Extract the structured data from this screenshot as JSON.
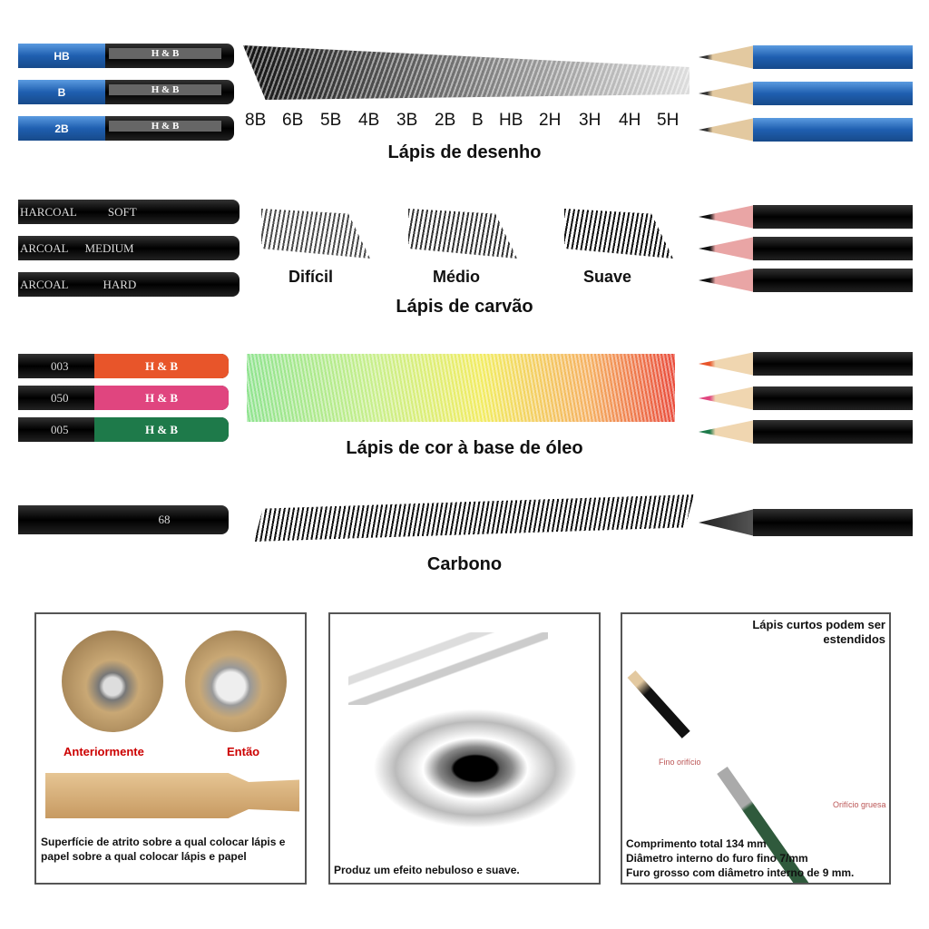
{
  "graphite": {
    "pencils": [
      {
        "grade": "HB",
        "brand": "H & B"
      },
      {
        "grade": "B",
        "brand": "H & B"
      },
      {
        "grade": "2B",
        "brand": "H & B"
      }
    ],
    "grades": [
      "8B",
      "6B",
      "5B",
      "4B",
      "3B",
      "2B",
      "B",
      "HB",
      "2H",
      "3H",
      "4H",
      "5H"
    ],
    "title": "Lápis de desenho",
    "accent": "#1f5fb0"
  },
  "charcoal": {
    "pencils": [
      {
        "prefix": "HARCOAL",
        "hardness": "SOFT"
      },
      {
        "prefix": "ARCOAL",
        "hardness": "MEDIUM"
      },
      {
        "prefix": "ARCOAL",
        "hardness": "HARD"
      }
    ],
    "labels": [
      "Difícil",
      "Médio",
      "Suave"
    ],
    "title": "Lápis de carvão"
  },
  "colored": {
    "pencils": [
      {
        "code": "003",
        "brand": "H & B",
        "color": "#e8552a"
      },
      {
        "code": "050",
        "brand": "H & B",
        "color": "#e0457f"
      },
      {
        "code": "005",
        "brand": "H & B",
        "color": "#1e7a4a"
      }
    ],
    "title": "Lápis de cor à base de óleo"
  },
  "carbon": {
    "pencil": "68",
    "title": "Carbono"
  },
  "panels": [
    {
      "labels": [
        "Anteriormente",
        "Então"
      ],
      "caption": "Superfície de atrito sobre a qual colocar lápis e papel sobre a qual colocar lápis e papel"
    },
    {
      "caption": "Produz um efeito nebuloso e suave."
    },
    {
      "heading": "Lápis curtos podem ser estendidos",
      "callouts": [
        "Fino orifício",
        "Orifício gruesa"
      ],
      "lines": [
        "Comprimento total 134 mm",
        "Diâmetro interno do furo fino 7/mm",
        "Furo grosso com diâmetro interno de 9 mm."
      ]
    }
  ]
}
